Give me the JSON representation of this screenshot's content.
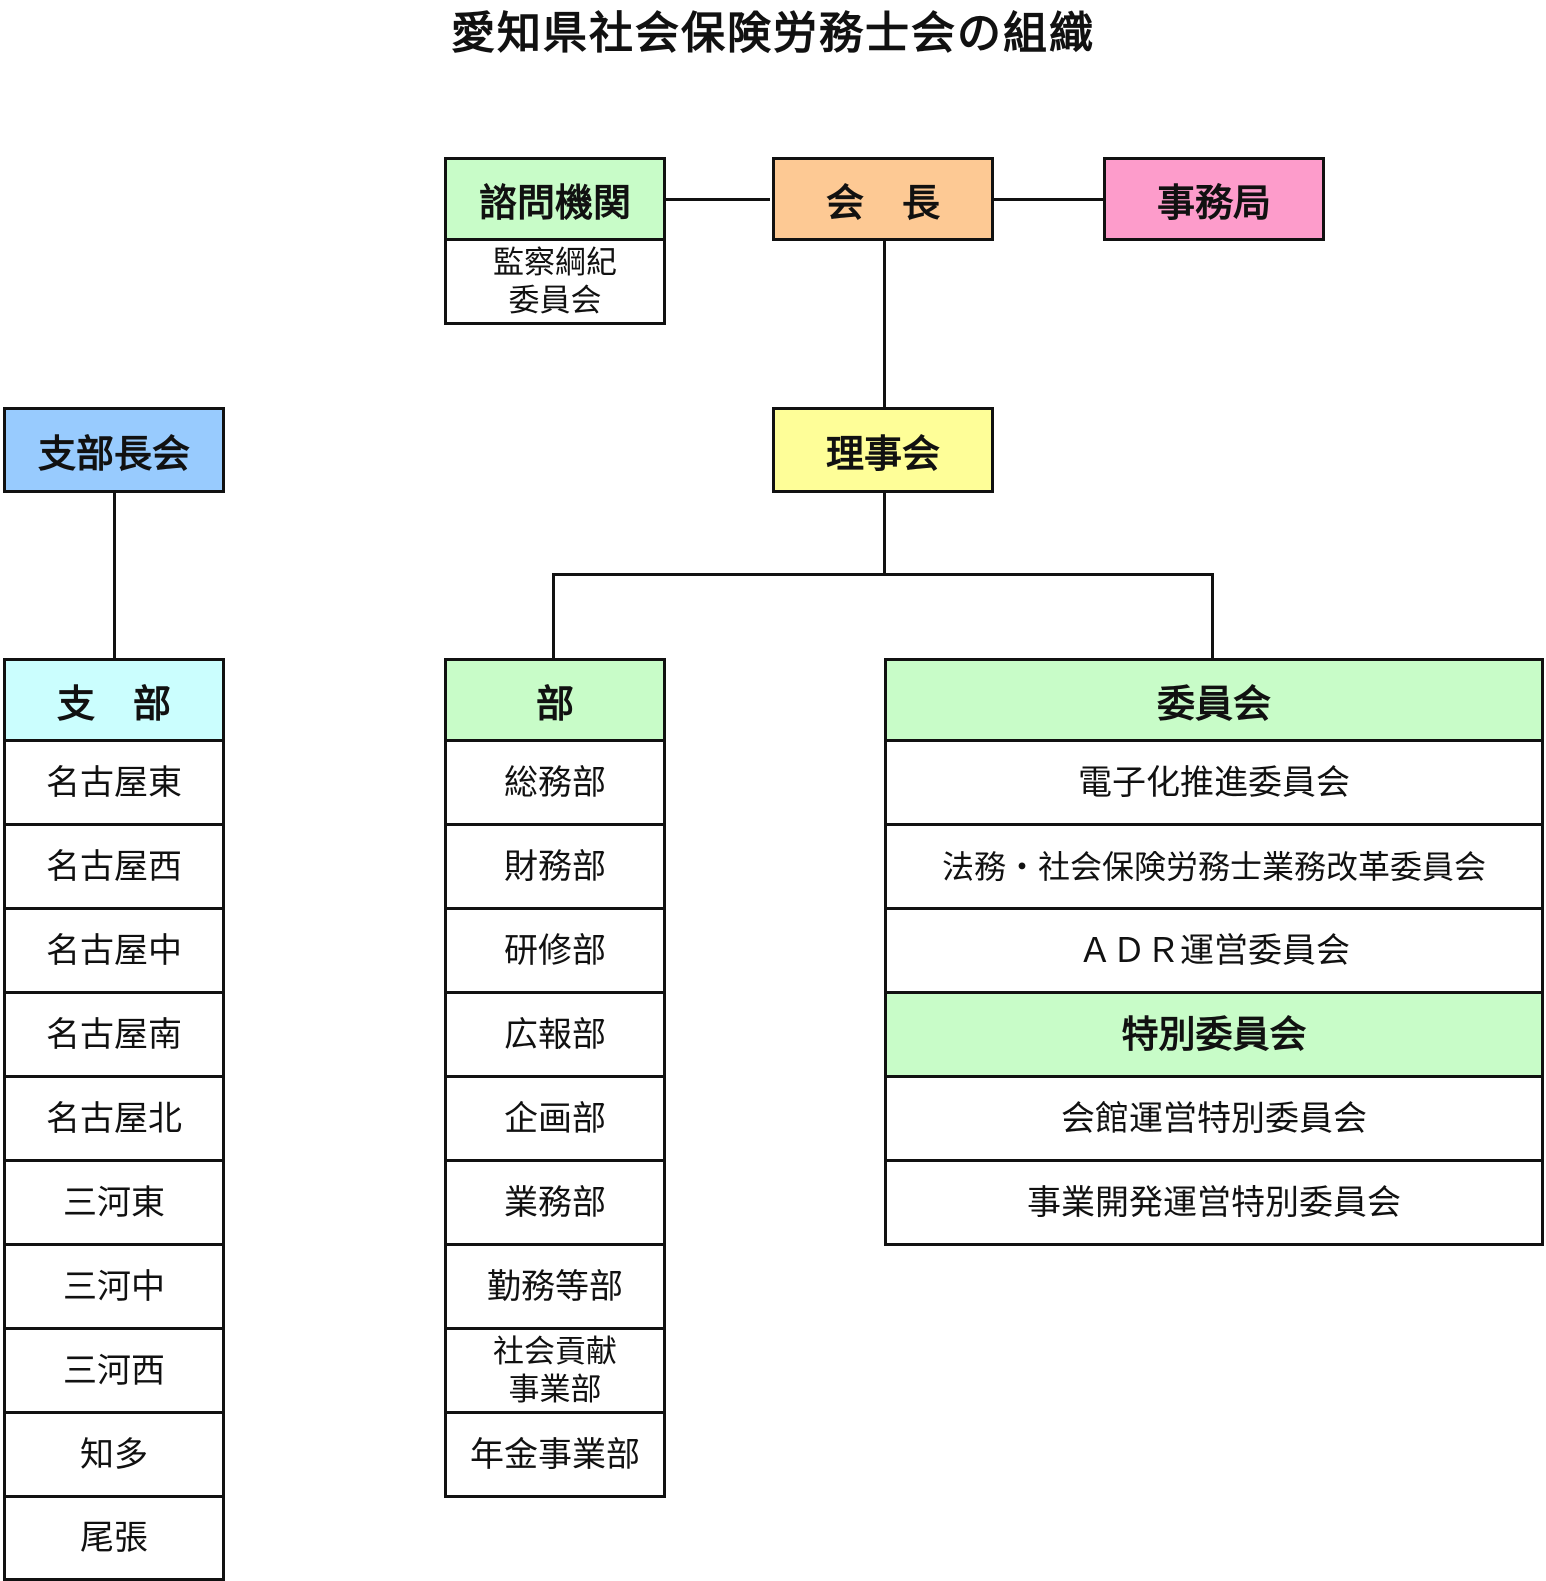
{
  "title": "愛知県社会保険労務士会の組織",
  "colors": {
    "president": "#fdc994",
    "advisory": "#c8fcc8",
    "secretariat": "#fd9ccb",
    "board": "#fefe98",
    "branch_council": "#98cbfe",
    "branches": "#cbfefe",
    "departments": "#c8fcc8",
    "committees": "#c8fcc8",
    "line": "#111111"
  },
  "advisory": {
    "label": "諮問機関",
    "items": [
      "監察綱紀\n委員会"
    ]
  },
  "president": {
    "label": "会　長"
  },
  "secretariat": {
    "label": "事務局"
  },
  "board": {
    "label": "理事会"
  },
  "branch_council": {
    "label": "支部長会"
  },
  "branches": {
    "label": "支　部",
    "items": [
      "名古屋東",
      "名古屋西",
      "名古屋中",
      "名古屋南",
      "名古屋北",
      "三河東",
      "三河中",
      "三河西",
      "知多",
      "尾張"
    ]
  },
  "departments": {
    "label": "部",
    "items": [
      "総務部",
      "財務部",
      "研修部",
      "広報部",
      "企画部",
      "業務部",
      "勤務等部",
      "社会貢献\n事業部",
      "年金事業部"
    ]
  },
  "committees": {
    "label": "委員会",
    "items": [
      "電子化推進委員会",
      "法務・社会保険労務士業務改革委員会",
      "ＡＤＲ運営委員会"
    ],
    "special_label": "特別委員会",
    "special_items": [
      "会館運営特別委員会",
      "事業開発運営特別委員会"
    ]
  }
}
